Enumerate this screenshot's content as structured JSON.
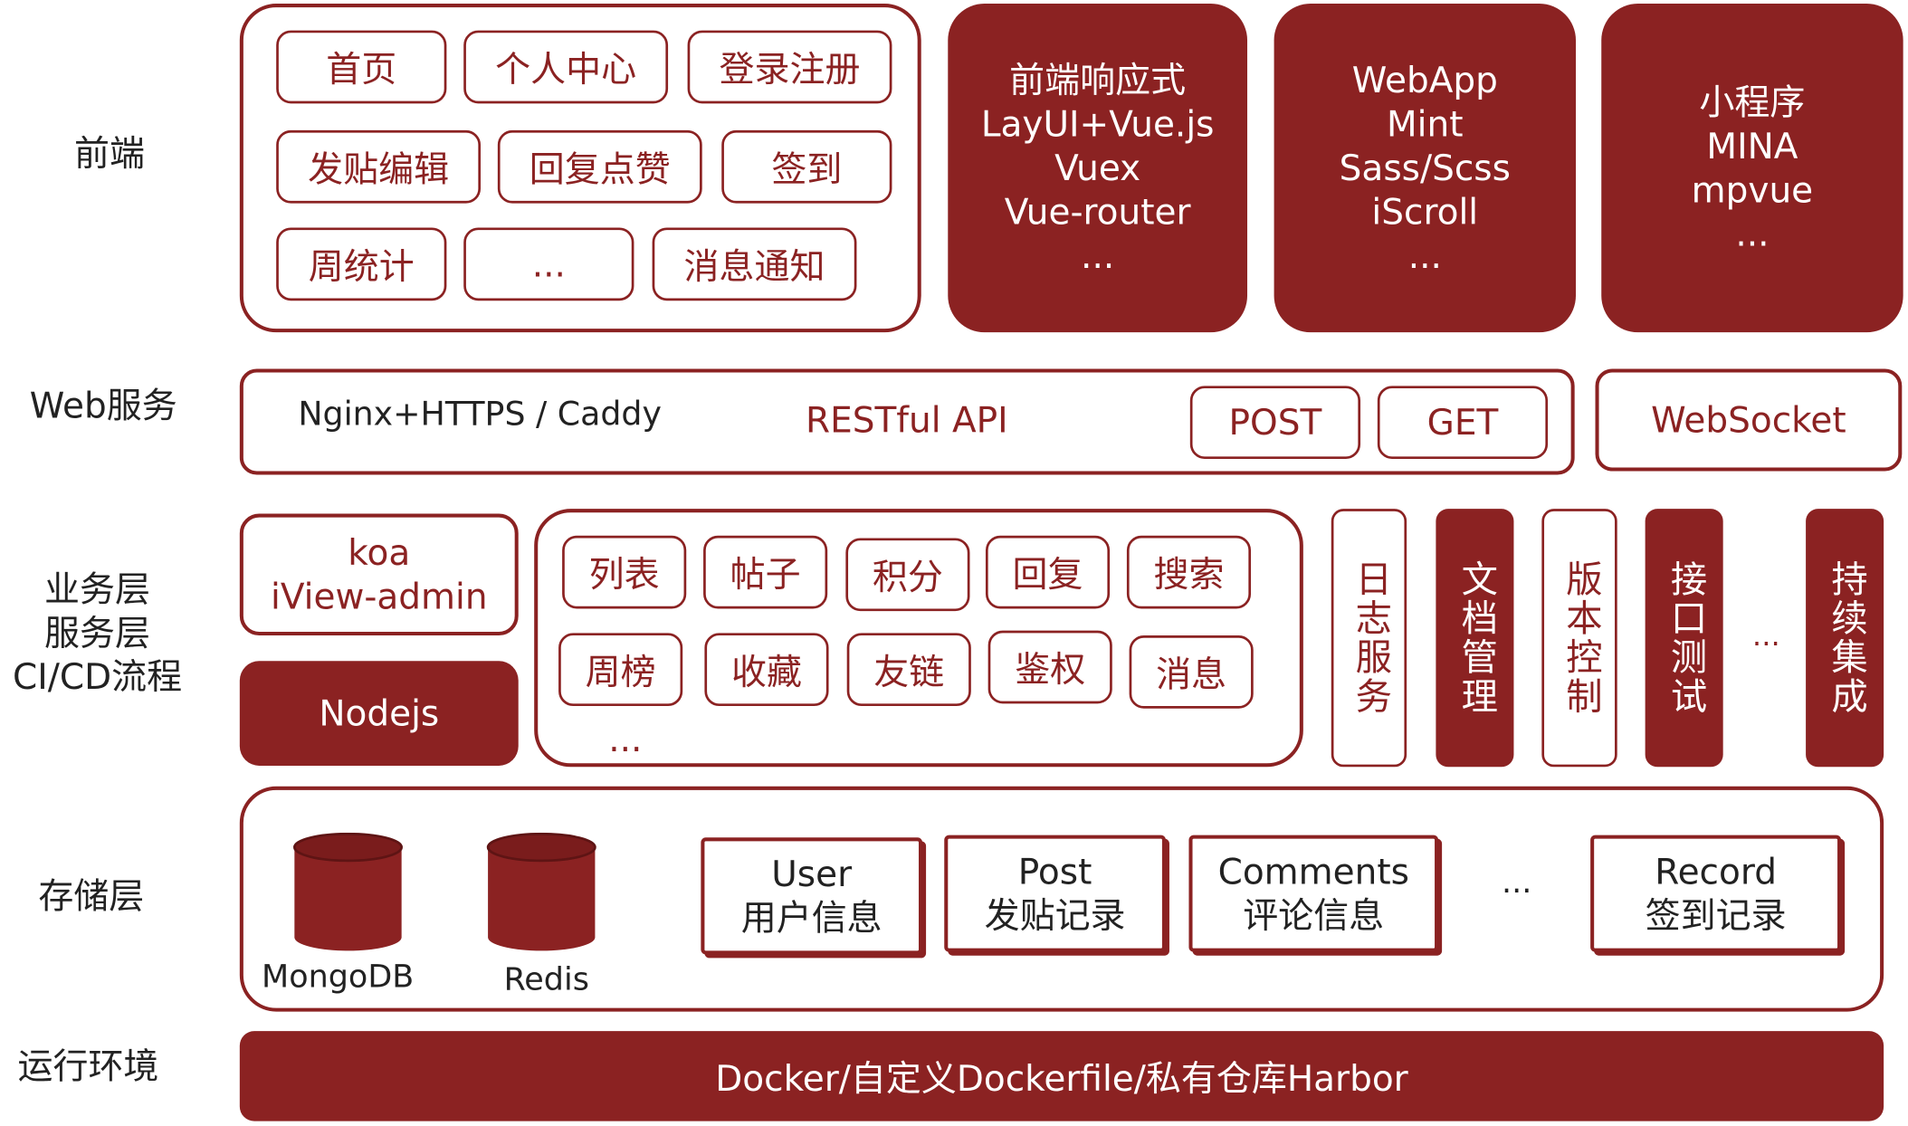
{
  "layers": {
    "frontend": "前端",
    "web": "Web服务",
    "business": "业务层\n服务层\nCI/CD流程",
    "storage": "存储层",
    "runtime": "运行环境"
  },
  "frontend": {
    "pages": [
      "首页",
      "个人中心",
      "登录注册",
      "发贴编辑",
      "回复点赞",
      "签到",
      "周统计",
      "...",
      "消息通知"
    ],
    "responsive": "前端响应式\nLayUI+Vue.js\nVuex\nVue-router\n...",
    "webapp": "WebApp\nMint\nSass/Scss\niScroll\n...",
    "miniprogram": "小程序\nMINA\nmpvue\n..."
  },
  "web": {
    "server": "Nginx+HTTPS / Caddy",
    "api": "RESTful API",
    "post": "POST",
    "get": "GET",
    "websocket": "WebSocket"
  },
  "business": {
    "koa": "koa\niView-admin",
    "nodejs": "Nodejs",
    "modules": [
      "列表",
      "帖子",
      "积分",
      "回复",
      "搜索",
      "周榜",
      "收藏",
      "友链",
      "鉴权",
      "消息"
    ],
    "modules_more": "...",
    "services": [
      "日志服务",
      "文档管理",
      "版本控制",
      "接口测试",
      "持续集成"
    ],
    "services_more": "..."
  },
  "storage": {
    "mongodb": "MongoDB",
    "redis": "Redis",
    "user": "User\n用户信息",
    "post": "Post\n发贴记录",
    "comments": "Comments\n评论信息",
    "more": "...",
    "record": "Record\n签到记录"
  },
  "runtime": {
    "docker": "Docker/自定义Dockerfile/私有仓库Harbor"
  },
  "colors": {
    "accent": "#8b2222",
    "text": "#222222"
  }
}
